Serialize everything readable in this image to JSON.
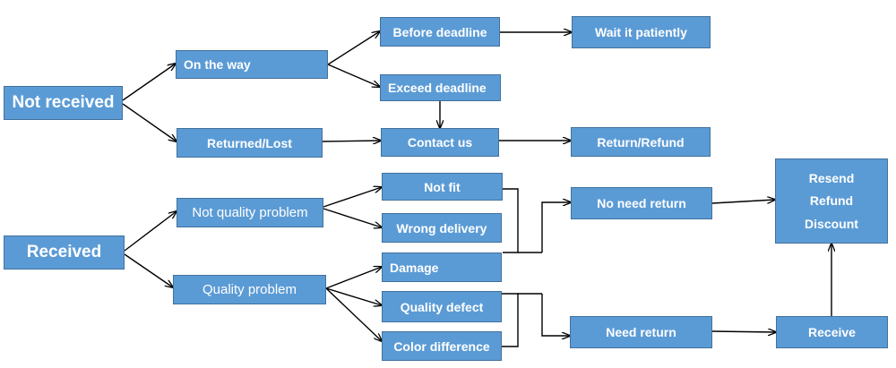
{
  "nodes": {
    "not_received": "Not received",
    "on_the_way": "On the way",
    "returned_lost": "Returned/Lost",
    "before_deadline": "Before deadline",
    "exceed_deadline": "Exceed deadline",
    "contact_us": "Contact us",
    "wait_patiently": "Wait it patiently",
    "return_refund": "Return/Refund",
    "received": "Received",
    "not_quality_problem": "Not quality problem",
    "quality_problem": "Quality problem",
    "not_fit": "Not fit",
    "wrong_delivery": "Wrong delivery",
    "damage": "Damage",
    "quality_defect": "Quality defect",
    "color_difference": "Color difference",
    "no_need_return": "No need return",
    "need_return": "Need return",
    "receive": "Receive",
    "outcomes": [
      "Resend",
      "Refund",
      "Discount"
    ]
  },
  "colors": {
    "box_fill": "#5b9bd5",
    "box_border": "#41719c",
    "text": "#ffffff",
    "line": "#000000"
  }
}
